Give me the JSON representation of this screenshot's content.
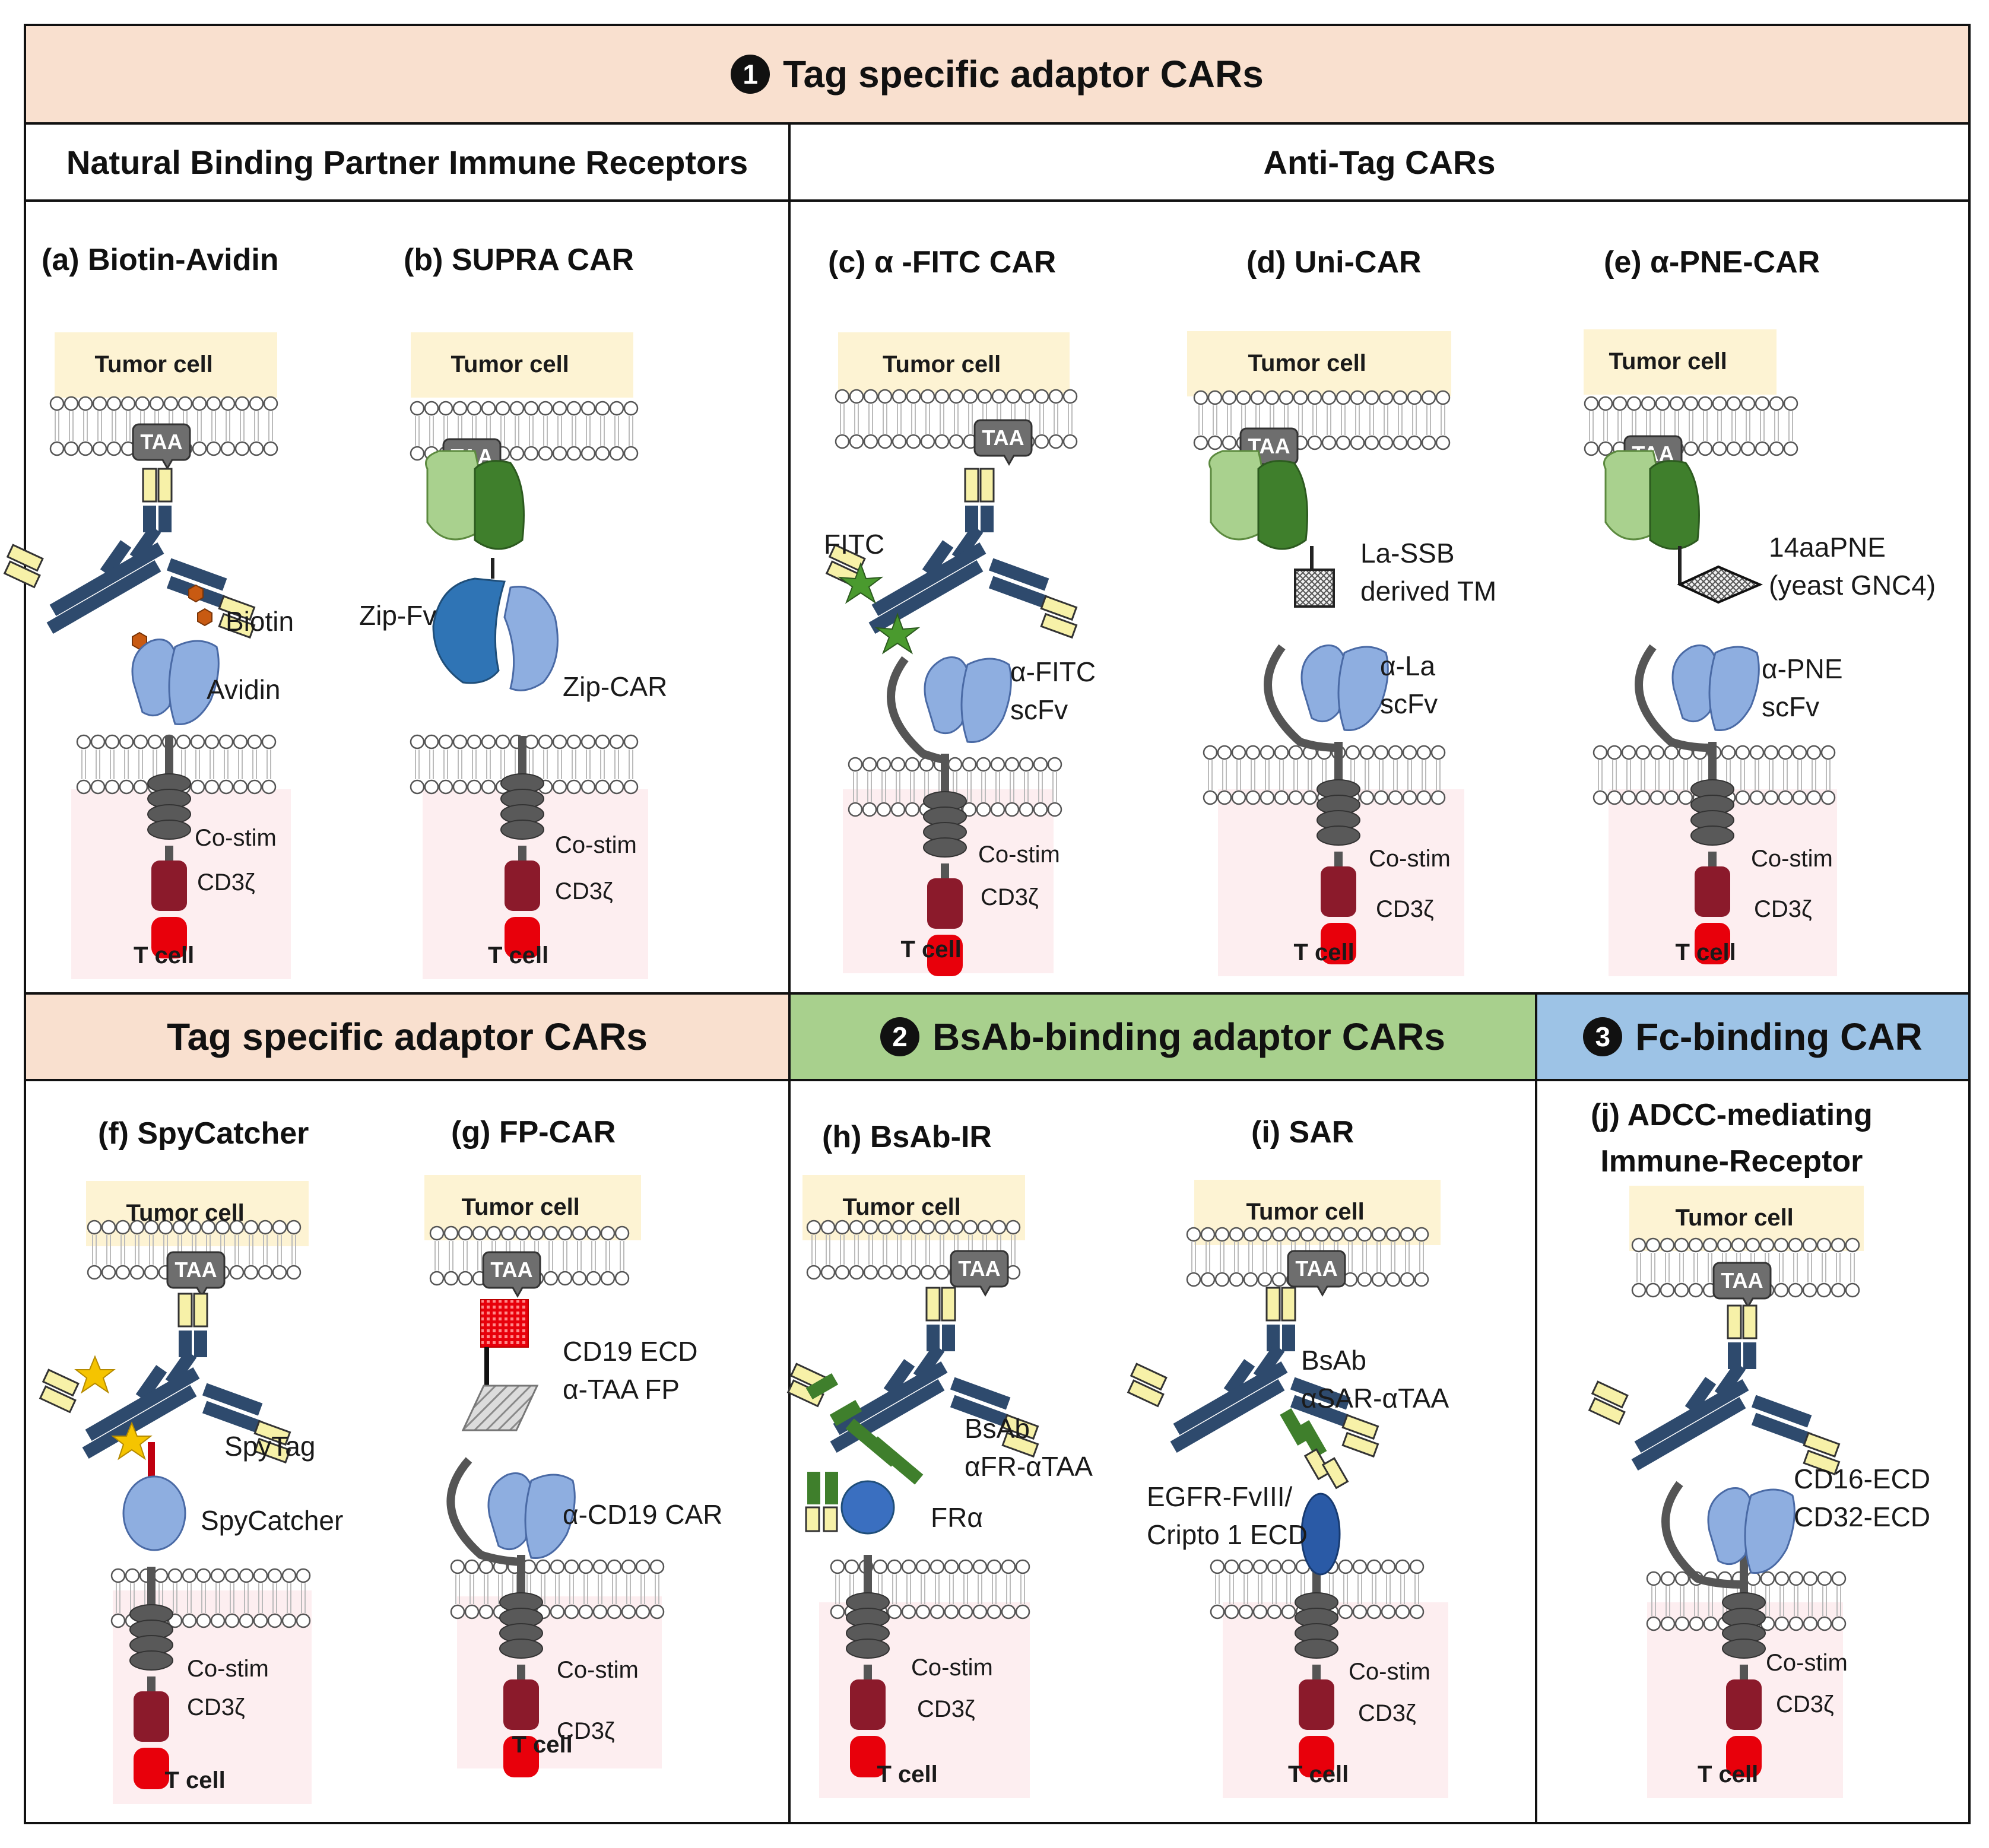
{
  "colors": {
    "tag_header": "#f9e0cf",
    "bsab_header": "#a8d08d",
    "fc_header": "#9dc3e6",
    "tumor_cell": "#fdf3d3",
    "t_cell": "#fdeef0",
    "antibody_dark": "#2e4a6d",
    "antibody_light": "#f7f1a8",
    "scfv_blue": "#8eaee0",
    "zip_blue": "#2f74b5",
    "green_dark": "#3f7f2c",
    "green_light": "#a9d18e",
    "costim": "#8b1a2b",
    "cd3z": "#e8000b",
    "taa_grey": "#6e6e6e",
    "tm_grey": "#595959"
  },
  "headers": {
    "top": "Tag specific adaptor CARs",
    "top_num": "1",
    "natural": "Natural Binding Partner  Immune Receptors",
    "anti_tag": "Anti-Tag CARs",
    "tag_lower": "Tag specific adaptor CARs",
    "bsab": "BsAb-binding adaptor CARs",
    "bsab_num": "2",
    "fc": "Fc-binding CAR",
    "fc_num": "3"
  },
  "common": {
    "tumor": "Tumor cell",
    "tcell": "T cell",
    "taa": "TAA",
    "costim": "Co-stim",
    "cd3": "CD3ζ"
  },
  "panels": {
    "a": {
      "title": "(a) Biotin-Avidin",
      "l1": "Biotin",
      "l2": "Avidin"
    },
    "b": {
      "title": "(b) SUPRA CAR",
      "l1": "Zip-Fv",
      "l2": "Zip-CAR"
    },
    "c": {
      "title": "(c) α -FITC CAR",
      "l1": "FITC",
      "l2a": "α-FITC",
      "l2b": "scFv"
    },
    "d": {
      "title": "(d) Uni-CAR",
      "l1a": "La-SSB",
      "l1b": "derived TM",
      "l2a": "α-La",
      "l2b": "scFv"
    },
    "e": {
      "title": "(e) α-PNE-CAR",
      "l1a": "14aaPNE",
      "l1b": "(yeast GNC4)",
      "l2a": "α-PNE",
      "l2b": "scFv"
    },
    "f": {
      "title": "(f) SpyCatcher",
      "l1": "SpyTag",
      "l2": "SpyCatcher"
    },
    "g": {
      "title": "(g) FP-CAR",
      "l1a": "CD19 ECD",
      "l1b": "α-TAA FP",
      "l2": "α-CD19 CAR"
    },
    "h": {
      "title": "(h) BsAb-IR",
      "l1a": "BsAb",
      "l1b": "αFR-αTAA",
      "l2": "FRα"
    },
    "i": {
      "title": "(i) SAR",
      "l1a": "BsAb",
      "l1b": "αSAR-αTAA",
      "l2a": "EGFR-FvIII/",
      "l2b": "Cripto 1 ECD"
    },
    "j": {
      "title_a": "(j) ADCC-mediating",
      "title_b": "Immune-Receptor",
      "l1a": "CD16-ECD",
      "l1b": "CD32-ECD"
    }
  }
}
